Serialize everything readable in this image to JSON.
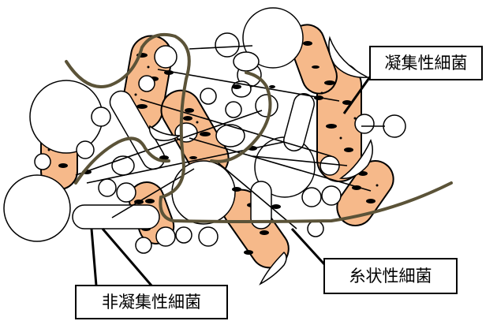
{
  "labels": {
    "aggregating_bacteria": "凝集性細菌",
    "filamentous_bacteria": "糸状性細菌",
    "non_aggregating_bacteria": "非凝集性細菌"
  },
  "colors": {
    "floc_cell_fill": "#f6b98a",
    "cell_outline": "#000000",
    "filament": "#5b5338",
    "particle_fill": "#ffffff",
    "organelle_fill": "#000000"
  }
}
